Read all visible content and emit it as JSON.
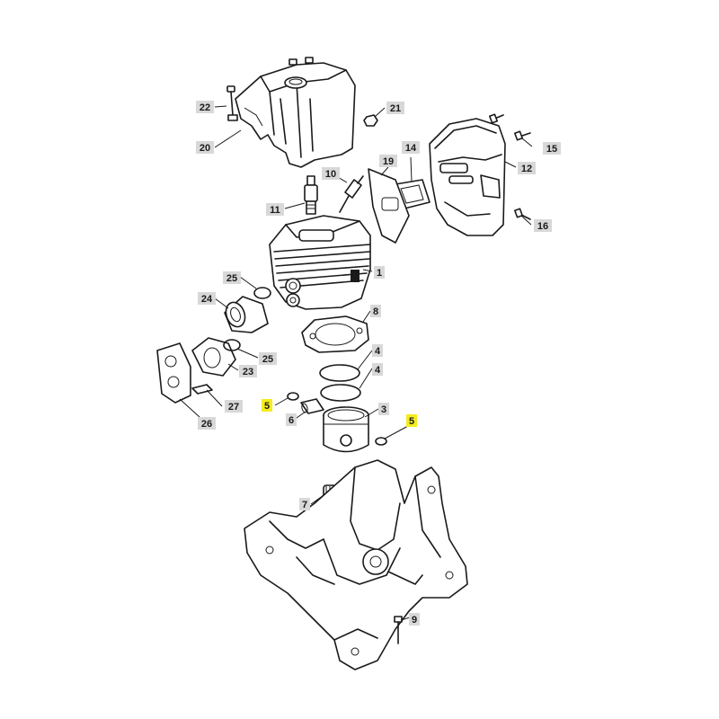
{
  "diagram": {
    "colors": {
      "line": "#1a1a1a",
      "label_bg": "#d8d8d8",
      "highlight_bg": "#f4ec1e",
      "background": "#ffffff"
    },
    "labels": [
      {
        "id": "22",
        "text": "22",
        "highlighted": false
      },
      {
        "id": "20",
        "text": "20",
        "highlighted": false
      },
      {
        "id": "21",
        "text": "21",
        "highlighted": false
      },
      {
        "id": "14",
        "text": "14",
        "highlighted": false
      },
      {
        "id": "19",
        "text": "19",
        "highlighted": false
      },
      {
        "id": "10",
        "text": "10",
        "highlighted": false
      },
      {
        "id": "11",
        "text": "11",
        "highlighted": false
      },
      {
        "id": "15",
        "text": "15",
        "highlighted": false
      },
      {
        "id": "12",
        "text": "12",
        "highlighted": false
      },
      {
        "id": "16",
        "text": "16",
        "highlighted": false
      },
      {
        "id": "1",
        "text": "1",
        "highlighted": false
      },
      {
        "id": "25a",
        "text": "25",
        "highlighted": false
      },
      {
        "id": "24",
        "text": "24",
        "highlighted": false
      },
      {
        "id": "8",
        "text": "8",
        "highlighted": false
      },
      {
        "id": "25b",
        "text": "25",
        "highlighted": false
      },
      {
        "id": "23",
        "text": "23",
        "highlighted": false
      },
      {
        "id": "4a",
        "text": "4",
        "highlighted": false
      },
      {
        "id": "4b",
        "text": "4",
        "highlighted": false
      },
      {
        "id": "27",
        "text": "27",
        "highlighted": false
      },
      {
        "id": "5a",
        "text": "5",
        "highlighted": true
      },
      {
        "id": "3",
        "text": "3",
        "highlighted": false
      },
      {
        "id": "6",
        "text": "6",
        "highlighted": false
      },
      {
        "id": "5b",
        "text": "5",
        "highlighted": true
      },
      {
        "id": "26",
        "text": "26",
        "highlighted": false
      },
      {
        "id": "7",
        "text": "7",
        "highlighted": false
      },
      {
        "id": "9",
        "text": "9",
        "highlighted": false
      }
    ]
  }
}
